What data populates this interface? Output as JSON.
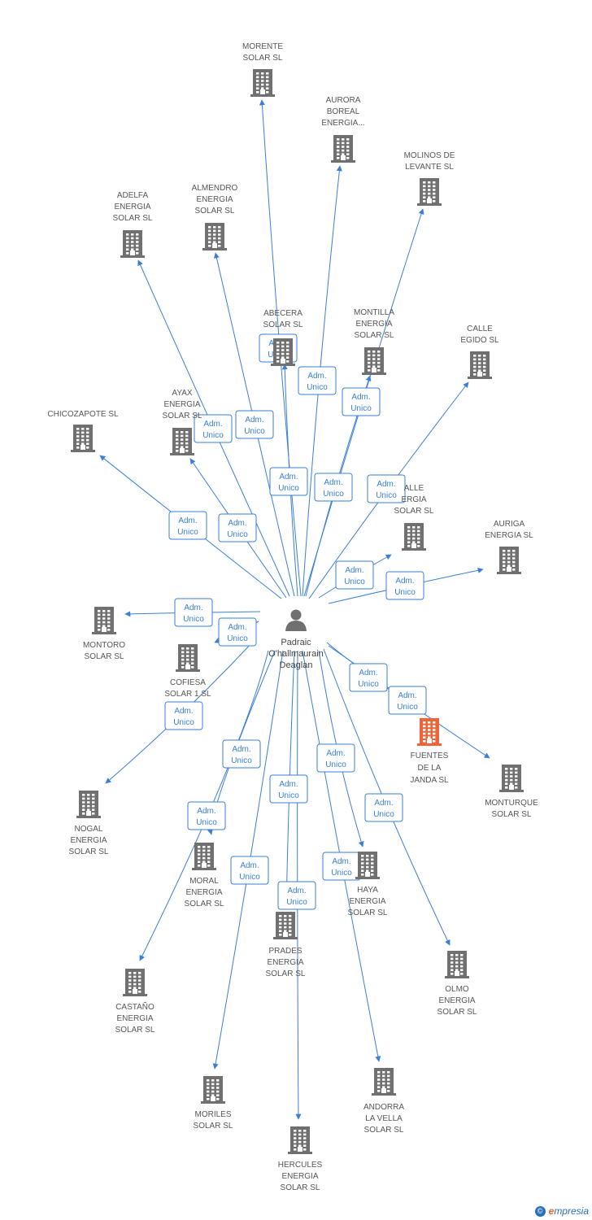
{
  "graph": {
    "colors": {
      "edge": "#3a7fd5",
      "building": "#707070",
      "highlight": "#f0643a",
      "person": "#707070"
    },
    "person": {
      "name_lines": [
        "Padraic",
        "O'hallmaurain",
        "Deaglan"
      ]
    },
    "edge_label": [
      "Adm.",
      "Unico"
    ],
    "companies": [
      {
        "label_lines": [
          "MORENTE",
          "SOLAR SL"
        ]
      },
      {
        "label_lines": [
          "AURORA",
          "BOREAL",
          "ENERGIA..."
        ]
      },
      {
        "label_lines": [
          "MOLINOS DE",
          "LEVANTE SL"
        ]
      },
      {
        "label_lines": [
          "ADELFA",
          "ENERGIA",
          "SOLAR SL"
        ]
      },
      {
        "label_lines": [
          "ALMENDRO",
          "ENERGIA",
          "SOLAR SL"
        ]
      },
      {
        "label_lines": [
          "ABECERA",
          "SOLAR SL"
        ]
      },
      {
        "label_lines": [
          "MONTILLA",
          "ENERGIA",
          "SOLAR SL"
        ]
      },
      {
        "label_lines": [
          "CALLE",
          "EGIDO SL"
        ]
      },
      {
        "label_lines": [
          "CHICOZAPOTE SL"
        ]
      },
      {
        "label_lines": [
          "AYAX",
          "ENERGIA",
          "SOLAR SL"
        ]
      },
      {
        "label_lines": [
          "ALLE",
          "ERGIA",
          "SOLAR SL"
        ]
      },
      {
        "label_lines": [
          "AURIGA",
          "ENERGIA SL"
        ]
      },
      {
        "label_lines": [
          "MONTORO",
          "SOLAR SL"
        ]
      },
      {
        "label_lines": [
          "COFIESA",
          "SOLAR 1 SL"
        ]
      },
      {
        "label_lines": [
          "FUENTES",
          "DE LA",
          "JANDA SL"
        ],
        "highlight": true
      },
      {
        "label_lines": [
          "MONTURQUE",
          "SOLAR SL"
        ]
      },
      {
        "label_lines": [
          "NOGAL",
          "ENERGIA",
          "SOLAR SL"
        ]
      },
      {
        "label_lines": [
          "MORAL",
          "ENERGIA",
          "SOLAR SL"
        ]
      },
      {
        "label_lines": [
          "HAYA",
          "ENERGIA",
          "SOLAR SL"
        ]
      },
      {
        "label_lines": [
          "PRADES",
          "ENERGIA",
          "SOLAR SL"
        ]
      },
      {
        "label_lines": [
          "OLMO",
          "ENERGIA",
          "SOLAR SL"
        ]
      },
      {
        "label_lines": [
          "CASTAÑO",
          "ENERGIA",
          "SOLAR SL"
        ]
      },
      {
        "label_lines": [
          "ANDORRA",
          "LA VELLA",
          "SOLAR SL"
        ]
      },
      {
        "label_lines": [
          "MORILES",
          "SOLAR SL"
        ]
      },
      {
        "label_lines": [
          "HERCULES",
          "ENERGIA",
          "SOLAR SL"
        ]
      }
    ]
  },
  "footer": {
    "copyright_symbol": "©",
    "brand_initial": "e",
    "brand_rest": "mpresia"
  }
}
